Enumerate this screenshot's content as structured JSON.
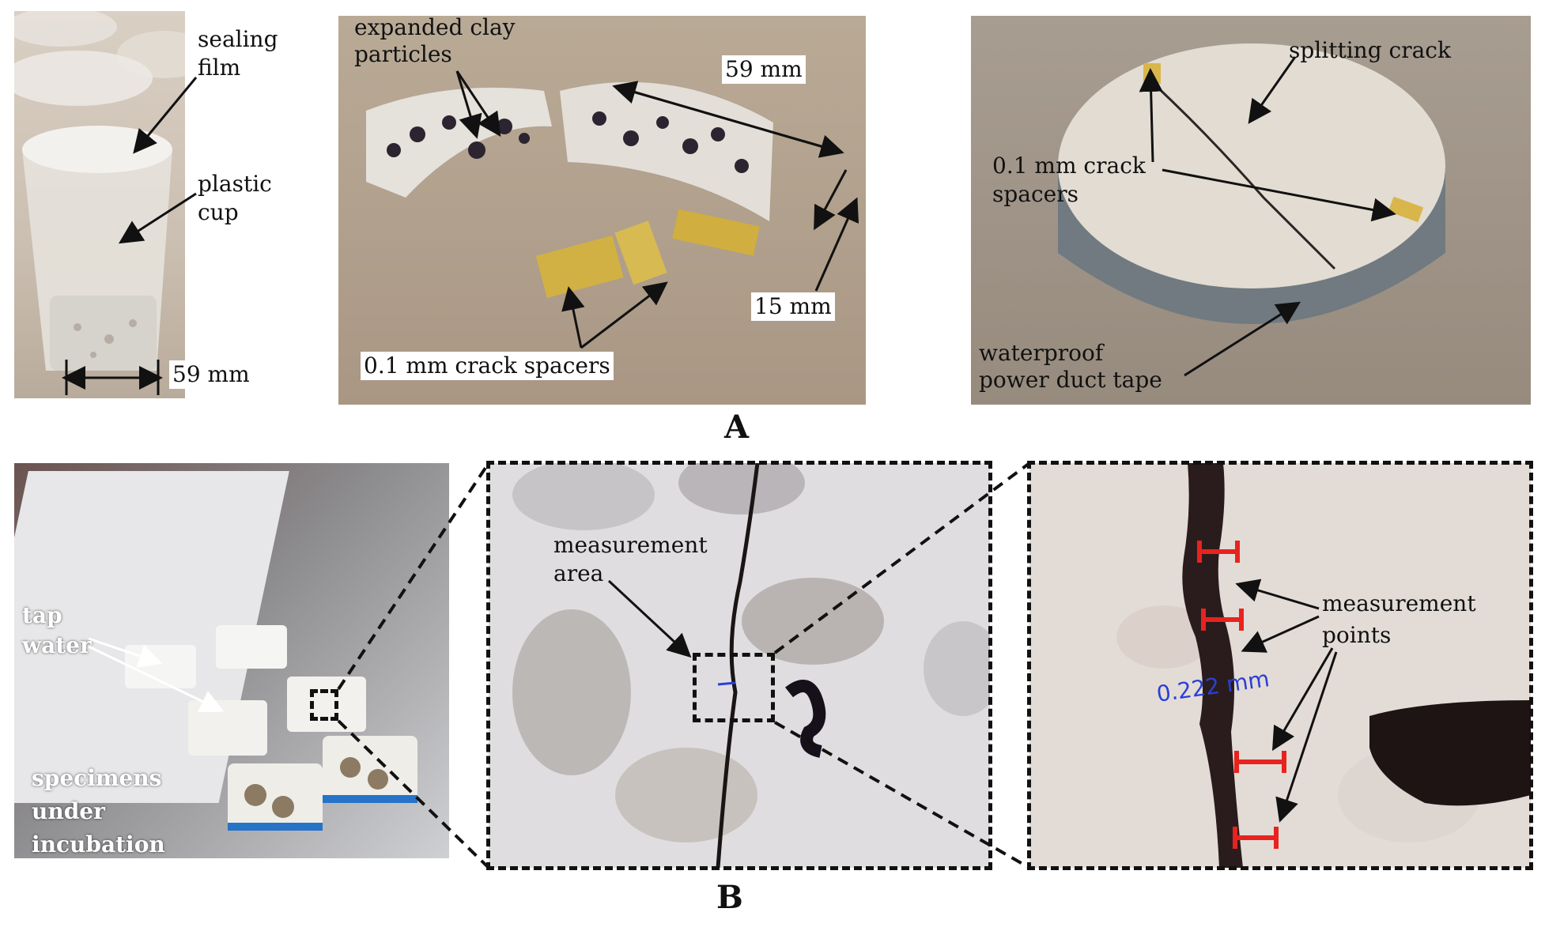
{
  "panel_a": {
    "letter": "A",
    "cup": {
      "sealing_film": "sealing\nfilm",
      "plastic_cup": "plastic\ncup",
      "width": "59 mm"
    },
    "split": {
      "clay": "expanded clay\nparticles",
      "width": "59 mm",
      "height": "15 mm",
      "spacers": "0.1 mm crack spacers"
    },
    "specimen": {
      "crack": "splitting crack",
      "spacers": "0.1 mm crack\nspacers",
      "tape": "waterproof\npower duct tape"
    }
  },
  "panel_b": {
    "letter": "B",
    "incubation": {
      "tap_water": "tap\nwater",
      "specimens": "specimens\nunder\nincubation"
    },
    "zoom1": {
      "area": "measurement\narea"
    },
    "zoom2": {
      "points": "measurement\npoints",
      "reading": "0.222 mm"
    }
  },
  "colors": {
    "bracket": "#e8231f",
    "reading": "#2a3fd6"
  }
}
